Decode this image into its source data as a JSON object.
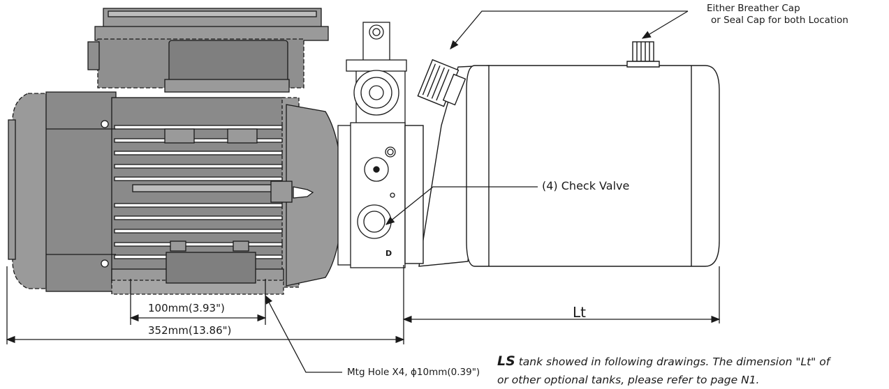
{
  "callouts": {
    "breather_line1": "Either Breather Cap",
    "breather_line2": "or Seal Cap for both Location",
    "check_valve": "(4) Check Valve",
    "mounting_hole": "Mtg Hole X4, ϕ10mm(0.39\")",
    "valve_port_letter": "D"
  },
  "dimensions": {
    "hole_spacing": "100mm(3.93\")",
    "motor_pump_length": "352mm(13.86\")",
    "tank_length": "Lt"
  },
  "note": {
    "bold_prefix": "LS",
    "line1": " tank showed in following drawings. The dimension \"Lt\" of",
    "line2": "or other optional tanks, please refer to page N1."
  },
  "colors": {
    "part_fill": "#9a9a9a",
    "part_dark": "#7a7a7a",
    "line": "#1a1a1a",
    "tank_fill": "#ffffff"
  }
}
